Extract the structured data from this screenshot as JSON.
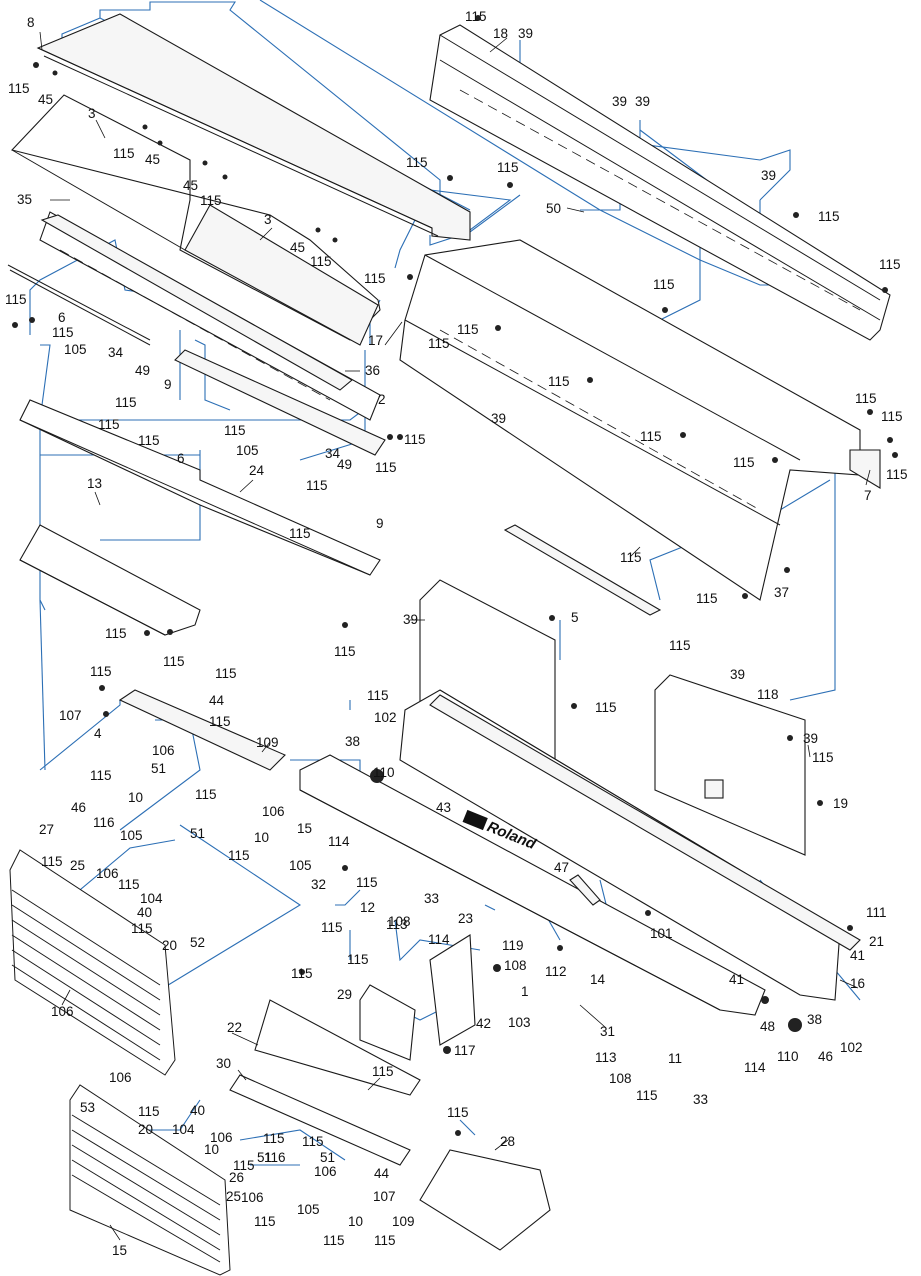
{
  "diagram": {
    "brand_logo_text": "Roland",
    "callouts": [
      {
        "id": "c1",
        "text": "8"
      },
      {
        "id": "c2",
        "text": "115"
      },
      {
        "id": "c3",
        "text": "45"
      },
      {
        "id": "c4",
        "text": "3"
      },
      {
        "id": "c5",
        "text": "115"
      },
      {
        "id": "c6",
        "text": "45"
      },
      {
        "id": "c7",
        "text": "45"
      },
      {
        "id": "c8",
        "text": "115"
      },
      {
        "id": "c9",
        "text": "115"
      },
      {
        "id": "c10",
        "text": "115"
      },
      {
        "id": "c11",
        "text": "35"
      },
      {
        "id": "c12",
        "text": "3"
      },
      {
        "id": "c13",
        "text": "45"
      },
      {
        "id": "c14",
        "text": "115"
      },
      {
        "id": "c15",
        "text": "115"
      },
      {
        "id": "c16",
        "text": "6"
      },
      {
        "id": "c17",
        "text": "115"
      },
      {
        "id": "c18",
        "text": "105"
      },
      {
        "id": "c19",
        "text": "34"
      },
      {
        "id": "c20",
        "text": "36"
      },
      {
        "id": "c21",
        "text": "49"
      },
      {
        "id": "c22",
        "text": "9"
      },
      {
        "id": "c23",
        "text": "115"
      },
      {
        "id": "c24",
        "text": "115"
      },
      {
        "id": "c25",
        "text": "115"
      },
      {
        "id": "c26",
        "text": "115"
      },
      {
        "id": "c27",
        "text": "6"
      },
      {
        "id": "c28",
        "text": "105"
      },
      {
        "id": "c29",
        "text": "2"
      },
      {
        "id": "c30",
        "text": "34"
      },
      {
        "id": "c31",
        "text": "115"
      },
      {
        "id": "c32",
        "text": "115"
      },
      {
        "id": "c33",
        "text": "13"
      },
      {
        "id": "c34",
        "text": "24"
      },
      {
        "id": "c35",
        "text": "49"
      },
      {
        "id": "c36",
        "text": "115"
      },
      {
        "id": "c37",
        "text": "9"
      },
      {
        "id": "c38",
        "text": "115"
      },
      {
        "id": "c39",
        "text": "115"
      },
      {
        "id": "c40",
        "text": "115"
      },
      {
        "id": "c41",
        "text": "115"
      },
      {
        "id": "c42",
        "text": "115"
      },
      {
        "id": "c43",
        "text": "18"
      },
      {
        "id": "c44",
        "text": "39"
      },
      {
        "id": "c45",
        "text": "39"
      },
      {
        "id": "c46",
        "text": "39"
      },
      {
        "id": "c47",
        "text": "39"
      },
      {
        "id": "c48",
        "text": "115"
      },
      {
        "id": "c49",
        "text": "50"
      },
      {
        "id": "c50",
        "text": "115"
      },
      {
        "id": "c51",
        "text": "115"
      },
      {
        "id": "c52",
        "text": "115"
      },
      {
        "id": "c53",
        "text": "17"
      },
      {
        "id": "c54",
        "text": "115"
      },
      {
        "id": "c55",
        "text": "115"
      },
      {
        "id": "c56",
        "text": "115"
      },
      {
        "id": "c57",
        "text": "115"
      },
      {
        "id": "c58",
        "text": "115"
      },
      {
        "id": "c59",
        "text": "115"
      },
      {
        "id": "c60",
        "text": "115"
      },
      {
        "id": "c61",
        "text": "7"
      },
      {
        "id": "c62",
        "text": "115"
      },
      {
        "id": "c63",
        "text": "37"
      },
      {
        "id": "c64",
        "text": "115"
      },
      {
        "id": "c65",
        "text": "115"
      },
      {
        "id": "c66",
        "text": "39"
      },
      {
        "id": "c67",
        "text": "39"
      },
      {
        "id": "c68",
        "text": "5"
      },
      {
        "id": "c69",
        "text": "115"
      },
      {
        "id": "c70",
        "text": "115"
      },
      {
        "id": "c71",
        "text": "39"
      },
      {
        "id": "c72",
        "text": "118"
      },
      {
        "id": "c73",
        "text": "39"
      },
      {
        "id": "c74",
        "text": "115"
      },
      {
        "id": "c75",
        "text": "19"
      },
      {
        "id": "c76",
        "text": "115"
      },
      {
        "id": "c77",
        "text": "115"
      },
      {
        "id": "c78",
        "text": "44"
      },
      {
        "id": "c79",
        "text": "107"
      },
      {
        "id": "c80",
        "text": "115"
      },
      {
        "id": "c81",
        "text": "109"
      },
      {
        "id": "c82",
        "text": "4"
      },
      {
        "id": "c83",
        "text": "106"
      },
      {
        "id": "c84",
        "text": "51"
      },
      {
        "id": "c85",
        "text": "115"
      },
      {
        "id": "c86",
        "text": "10"
      },
      {
        "id": "c87",
        "text": "115"
      },
      {
        "id": "c88",
        "text": "106"
      },
      {
        "id": "c89",
        "text": "51"
      },
      {
        "id": "c90",
        "text": "10"
      },
      {
        "id": "c91",
        "text": "115"
      },
      {
        "id": "c92",
        "text": "115"
      },
      {
        "id": "c93",
        "text": "102"
      },
      {
        "id": "c94",
        "text": "38"
      },
      {
        "id": "c95",
        "text": "110"
      },
      {
        "id": "c96",
        "text": "46"
      },
      {
        "id": "c97",
        "text": "116"
      },
      {
        "id": "c98",
        "text": "27"
      },
      {
        "id": "c99",
        "text": "105"
      },
      {
        "id": "c100",
        "text": "115"
      },
      {
        "id": "c101",
        "text": "25"
      },
      {
        "id": "c102",
        "text": "106"
      },
      {
        "id": "c103",
        "text": "115"
      },
      {
        "id": "c104",
        "text": "104"
      },
      {
        "id": "c105",
        "text": "40"
      },
      {
        "id": "c106",
        "text": "115"
      },
      {
        "id": "c107",
        "text": "20"
      },
      {
        "id": "c108",
        "text": "52"
      },
      {
        "id": "c109",
        "text": "106"
      },
      {
        "id": "c110",
        "text": "15"
      },
      {
        "id": "c111",
        "text": "114"
      },
      {
        "id": "c112",
        "text": "105"
      },
      {
        "id": "c113",
        "text": "115"
      },
      {
        "id": "c114",
        "text": "33"
      },
      {
        "id": "c115",
        "text": "32"
      },
      {
        "id": "c116",
        "text": "12"
      },
      {
        "id": "c117",
        "text": "108"
      },
      {
        "id": "c118",
        "text": "115"
      },
      {
        "id": "c119",
        "text": "113"
      },
      {
        "id": "c120",
        "text": "43"
      },
      {
        "id": "c121",
        "text": "47"
      },
      {
        "id": "c122",
        "text": "101"
      },
      {
        "id": "c123",
        "text": "111"
      },
      {
        "id": "c124",
        "text": "21"
      },
      {
        "id": "c125",
        "text": "41"
      },
      {
        "id": "c126",
        "text": "16"
      },
      {
        "id": "c127",
        "text": "41"
      },
      {
        "id": "c128",
        "text": "48"
      },
      {
        "id": "c129",
        "text": "112"
      },
      {
        "id": "c130",
        "text": "14"
      },
      {
        "id": "c131",
        "text": "23"
      },
      {
        "id": "c132",
        "text": "114"
      },
      {
        "id": "c133",
        "text": "119"
      },
      {
        "id": "c134",
        "text": "108"
      },
      {
        "id": "c135",
        "text": "1"
      },
      {
        "id": "c136",
        "text": "42"
      },
      {
        "id": "c137",
        "text": "103"
      },
      {
        "id": "c138",
        "text": "117"
      },
      {
        "id": "c139",
        "text": "115"
      },
      {
        "id": "c140",
        "text": "115"
      },
      {
        "id": "c141",
        "text": "29"
      },
      {
        "id": "c142",
        "text": "22"
      },
      {
        "id": "c143",
        "text": "115"
      },
      {
        "id": "c144",
        "text": "30"
      },
      {
        "id": "c145",
        "text": "31"
      },
      {
        "id": "c146",
        "text": "113"
      },
      {
        "id": "c147",
        "text": "108"
      },
      {
        "id": "c148",
        "text": "11"
      },
      {
        "id": "c149",
        "text": "115"
      },
      {
        "id": "c150",
        "text": "33"
      },
      {
        "id": "c151",
        "text": "114"
      },
      {
        "id": "c152",
        "text": "38"
      },
      {
        "id": "c153",
        "text": "102"
      },
      {
        "id": "c154",
        "text": "110"
      },
      {
        "id": "c155",
        "text": "46"
      },
      {
        "id": "c156",
        "text": "53"
      },
      {
        "id": "c157",
        "text": "106"
      },
      {
        "id": "c158",
        "text": "115"
      },
      {
        "id": "c159",
        "text": "40"
      },
      {
        "id": "c160",
        "text": "20"
      },
      {
        "id": "c161",
        "text": "104"
      },
      {
        "id": "c162",
        "text": "106"
      },
      {
        "id": "c163",
        "text": "51"
      },
      {
        "id": "c164",
        "text": "115"
      },
      {
        "id": "c165",
        "text": "10"
      },
      {
        "id": "c166",
        "text": "115"
      },
      {
        "id": "c167",
        "text": "116"
      },
      {
        "id": "c168",
        "text": "26"
      },
      {
        "id": "c169",
        "text": "25"
      },
      {
        "id": "c170",
        "text": "106"
      },
      {
        "id": "c171",
        "text": "115"
      },
      {
        "id": "c172",
        "text": "105"
      },
      {
        "id": "c173",
        "text": "115"
      },
      {
        "id": "c174",
        "text": "51"
      },
      {
        "id": "c175",
        "text": "106"
      },
      {
        "id": "c176",
        "text": "44"
      },
      {
        "id": "c177",
        "text": "107"
      },
      {
        "id": "c178",
        "text": "109"
      },
      {
        "id": "c179",
        "text": "10"
      },
      {
        "id": "c180",
        "text": "115"
      },
      {
        "id": "c181",
        "text": "115"
      },
      {
        "id": "c182",
        "text": "15"
      },
      {
        "id": "c183",
        "text": "115"
      },
      {
        "id": "c184",
        "text": "28"
      }
    ]
  }
}
